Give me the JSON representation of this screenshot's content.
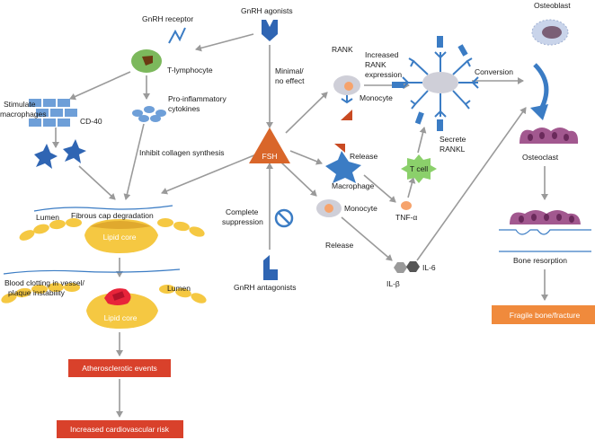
{
  "labels": {
    "gnrh_receptor": "GnRH receptor",
    "gnrh_agonists": "GnRH agonists",
    "osteoblast": "Osteoblast",
    "t_lymphocyte": "T-lymphocyte",
    "rank": "RANK",
    "increased_rank_1": "Increased",
    "increased_rank_2": "RANK",
    "increased_rank_3": "expression",
    "conversion": "Conversion",
    "minimal_1": "Minimal/",
    "minimal_2": "no effect",
    "monocyte_top": "Monocyte",
    "pro_inflam_1": "Pro-inflammatory",
    "pro_inflam_2": "cytokines",
    "stimulate_1": "Stimulate",
    "stimulate_2": "macrophages",
    "cd40": "CD-40",
    "inhibit_collagen": "Inhibit collagen synthesis",
    "secrete_1": "Secrete",
    "secrete_2": "RANKL",
    "release_top": "Release",
    "fsh": "FSH",
    "macrophage": "Macrophage",
    "t_cell": "T cell",
    "osteoclast": "Osteoclast",
    "lumen_top": "Lumen",
    "fibrous_cap": "Fibrous cap degradation",
    "lipid_core_top": "Lipid core",
    "complete_1": "Complete",
    "complete_2": "suppression",
    "monocyte_mid": "Monocyte",
    "tnf": "TNF-α",
    "release_mid": "Release",
    "il6": "IL-6",
    "il_beta": "IL-β",
    "bone_resorption": "Bone resorption",
    "blood_1": "Blood clotting in vessel/",
    "blood_2": "plaque instability",
    "lumen_bottom": "Lumen",
    "lipid_core_bottom": "Lipid core",
    "gnrh_antagonists": "GnRH antagonists"
  },
  "boxes": {
    "fragile": "Fragile bone/fracture",
    "atherosclerotic": "Atherosclerotic events",
    "cardiovascular": "Increased cardiovascular risk"
  },
  "colors": {
    "arrow": "#9a9a9a",
    "blue": "#3b7cc4",
    "light_blue": "#6e9fd8",
    "orange": "#d9662a",
    "box_orange": "#f08a3c",
    "box_red": "#d9412b",
    "yellow": "#f5c842",
    "purple": "#a2588f",
    "green": "#8bd06b",
    "grey_cell": "#cfcfd8"
  },
  "icons": {
    "receptor": "gnrh-receptor-icon",
    "agonist": "gnrh-agonist-icon",
    "antagonist": "gnrh-antagonist-icon",
    "suppression": "prohibition-icon"
  }
}
